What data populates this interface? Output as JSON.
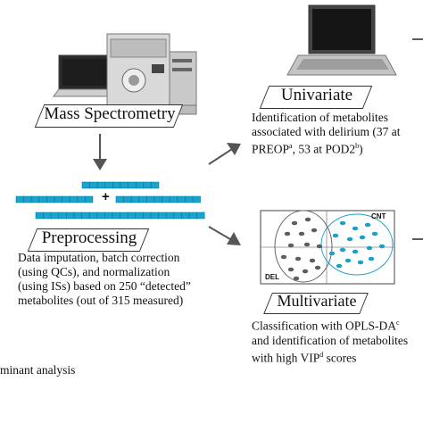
{
  "stages": {
    "mass_spec": {
      "label": "Mass Spectrometry"
    },
    "preprocessing": {
      "label": "Preprocessing",
      "description": [
        "Data imputation, batch correction",
        "(using QCs), and normalization",
        "(using ISs) based on 250 “detected”",
        "metabolites (out of 315 measured)"
      ]
    },
    "univariate": {
      "label": "Univariate",
      "line1": "Identification of metabolites",
      "line2": "associated with delirium (37 at",
      "line3_a": "PREOP",
      "line3_sup1": "a",
      "line3_b": ", 53 at POD2",
      "line3_sup2": "b",
      "line3_c": ")"
    },
    "multivariate": {
      "label": "Multivariate",
      "line1_a": "Classification with OPLS-DA",
      "line1_sup": "c",
      "line2": "and identification of metabolites",
      "line3_a": "with high VIP",
      "line3_sup": "d",
      "line3_b": " scores"
    }
  },
  "merge_symbol": "+",
  "scatter": {
    "group_cnt_label": "CNT",
    "group_del_label": "DEL"
  },
  "footnote_fragment": "minant analysis",
  "colors": {
    "bar_fill": "#1aa3cc",
    "bar_border": "#0b6f8e",
    "scatter_cnt": "#1ba0cc",
    "scatter_del": "#5e5e5e",
    "arrow": "#555555"
  }
}
